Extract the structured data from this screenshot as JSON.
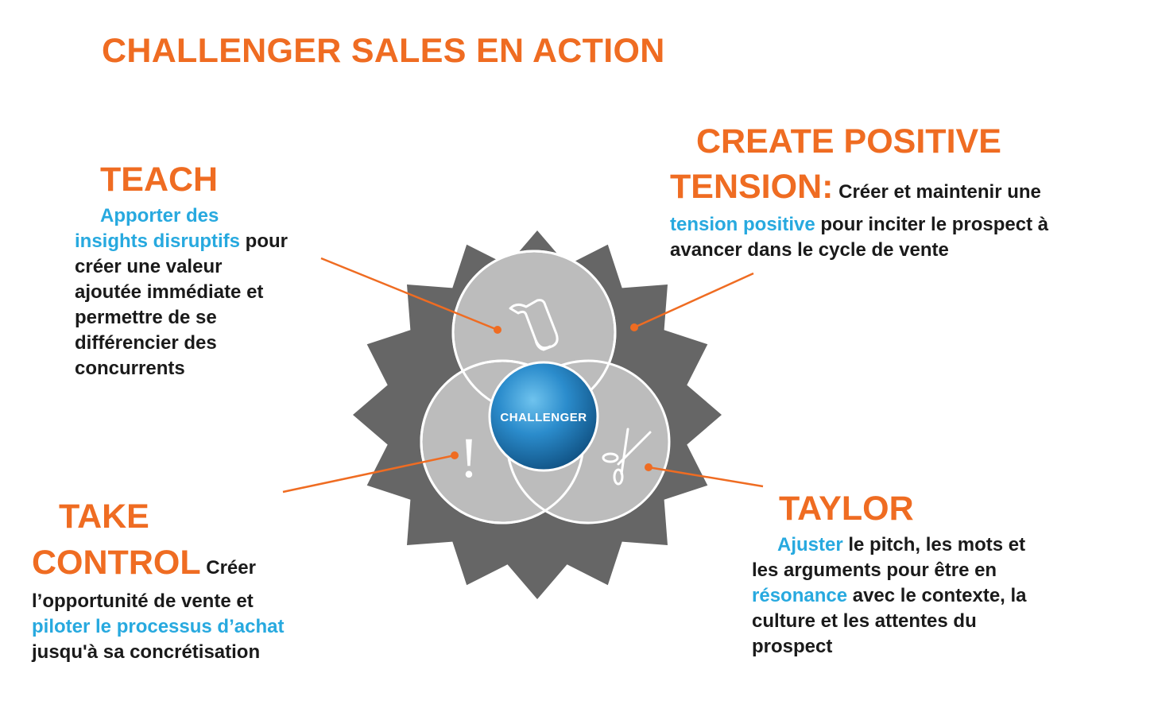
{
  "title": "CHALLENGER SALES EN ACTION",
  "teach": {
    "heading": "TEACH",
    "line1_hl": "Apporter des",
    "line2_hl": "insights disruptifs",
    "line2_rest": " pour",
    "line3": "créer une valeur",
    "line4": "ajoutée immédiate et",
    "line5": "permettre de se",
    "line6": "différencier des",
    "line7": "concurrents"
  },
  "create_tension": {
    "heading_line1": "CREATE POSITIVE",
    "heading_line2": "TENSION:",
    "lead": " Créer et maintenir une",
    "line2_hl": "tension positive",
    "line2_rest": " pour inciter le prospect à",
    "line3": "avancer dans le cycle de vente"
  },
  "take_control": {
    "heading_line1": "TAKE",
    "heading_line2": "CONTROL",
    "lead": " Créer",
    "line2": "l’opportunité de vente et",
    "line3_hl": "piloter le processus d’achat",
    "line4": "jusqu'à sa concrétisation"
  },
  "taylor": {
    "heading": "TAYLOR",
    "line1_hl": "Ajuster",
    "line1_rest": " le pitch, les mots et",
    "line2": "les arguments pour être en",
    "line3_hl": "résonance",
    "line3_rest": " avec le contexte, la",
    "line4": "culture et les attentes du",
    "line5": "prospect"
  },
  "center_label": "CHALLENGER",
  "icons": {
    "top": "scroll-icon",
    "left": "exclamation-icon",
    "right": "scissors-icon",
    "exclamation_glyph": "!"
  },
  "colors": {
    "orange": "#ef6c22",
    "blue": "#27a9df",
    "dark_gray": "#666666",
    "light_gray": "#bcbcbc",
    "center_blue": "#1f6fa5"
  }
}
